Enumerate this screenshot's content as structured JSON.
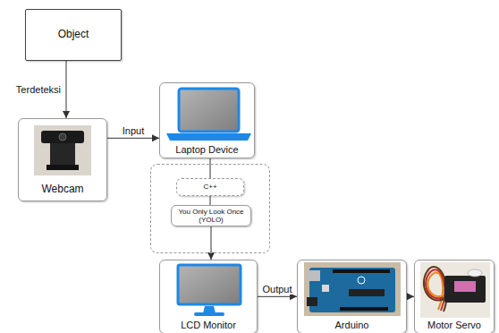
{
  "diagram": {
    "nodes": [
      {
        "text": [
          "Object"
        ]
      },
      {
        "text": [
          "Webcam"
        ]
      },
      {
        "text": [
          "Laptop Device"
        ]
      },
      {
        "text": []
      },
      {
        "text": [
          "C++"
        ],
        "in": 3
      },
      {
        "text": [
          "You Only Look Once (YOLO)"
        ],
        "in": 3
      },
      {
        "text": [
          "LCD Monitor"
        ]
      },
      {
        "text": [
          "Arduino"
        ]
      },
      {
        "text": [
          "Motor Servo"
        ]
      }
    ],
    "edges": [
      {
        "from": 0,
        "to": 1,
        "label": "Terdeteksi",
        "arrow": "to"
      },
      {
        "from": 1,
        "to": 2,
        "label": "Input",
        "arrow": "to"
      },
      {
        "from": 2,
        "to": 4,
        "arrow": "none"
      },
      {
        "from": 4,
        "to": 5,
        "arrow": "none"
      },
      {
        "from": 5,
        "to": 6,
        "arrow": "to"
      },
      {
        "from": 6,
        "to": 7,
        "label": "Output",
        "arrow": "to"
      },
      {
        "from": 7,
        "to": 8,
        "arrow": "to"
      }
    ]
  }
}
